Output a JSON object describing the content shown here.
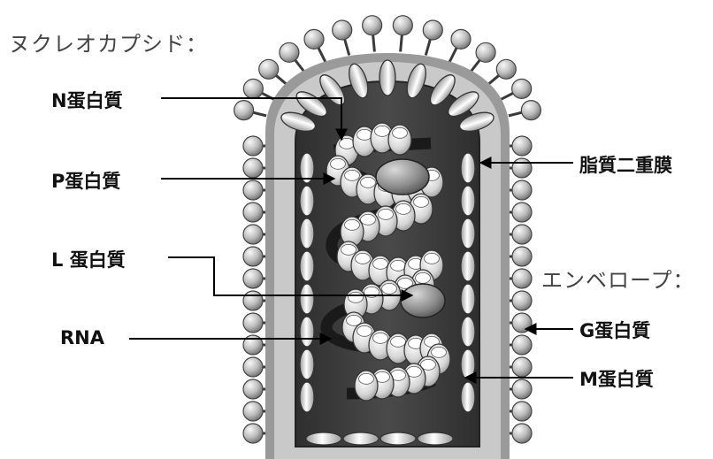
{
  "sections": {
    "nucleocapsid": "ヌクレオカプシド：",
    "envelope": "エンベロープ："
  },
  "labels": {
    "n_protein": "N蛋白質",
    "p_protein": "P蛋白質",
    "l_protein": "L 蛋白質",
    "rna": "RNA",
    "lipid_bilayer": "脂質二重膜",
    "g_protein": "G蛋白質",
    "m_protein": "M蛋白質"
  },
  "colors": {
    "envelope_outer": "#9a9a9a",
    "envelope_inner": "#c4c4c4",
    "interior": "#3c3c3c",
    "rna": "#1a1a1a",
    "protein_light": "#f2f2f2",
    "protein_dark": "#8a8a8a",
    "l_protein": "#7a7a7a",
    "line": "#000000"
  },
  "icons": {
    "g_protein": "spike-glycoprotein",
    "m_protein": "matrix-protein",
    "n_protein": "nucleoprotein",
    "l_protein": "polymerase-protein",
    "p_protein": "phosphoprotein"
  }
}
